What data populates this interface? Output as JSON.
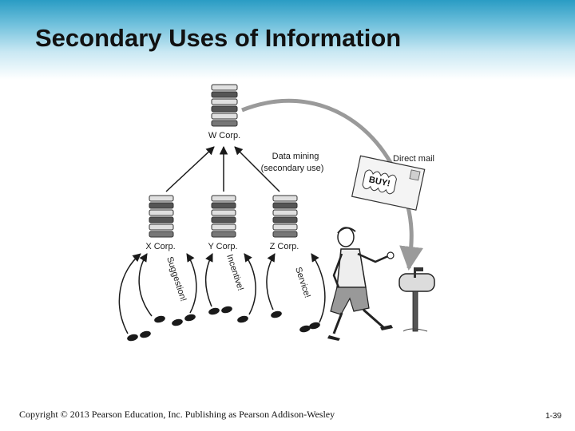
{
  "title": "Secondary Uses of Information",
  "diagram": {
    "w_corp": "W Corp.",
    "x_corp": "X Corp.",
    "y_corp": "Y Corp.",
    "z_corp": "Z Corp.",
    "data_mining_line1": "Data mining",
    "data_mining_line2": "(secondary use)",
    "direct_mail": "Direct mail",
    "buy": "BUY!",
    "suggestion": "Suggestion!",
    "incentive": "Incentive!",
    "service": "Service!"
  },
  "footer": {
    "copyright": "Copyright © 2013 Pearson Education, Inc. Publishing as Pearson Addison-Wesley",
    "page": "1-39"
  }
}
